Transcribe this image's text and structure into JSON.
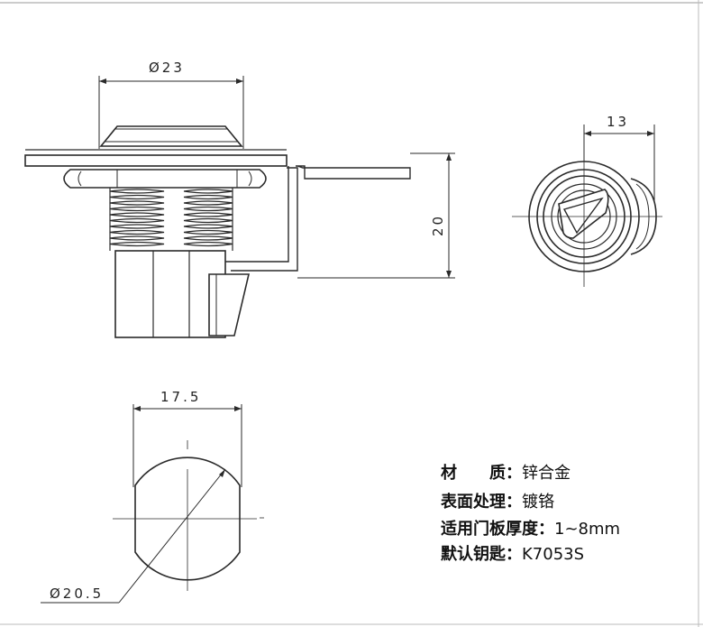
{
  "dimensions": {
    "head_diameter": "Ø23",
    "side_width": "13",
    "height": "20",
    "cam_width": "17.5",
    "cam_diameter": "Ø20.5"
  },
  "specs": [
    {
      "label_a": "材",
      "label_b": "质：",
      "value": "锌合金"
    },
    {
      "label": "表面处理：",
      "value": "镀铬"
    },
    {
      "label": "适用门板厚度：",
      "value": "1~8mm"
    },
    {
      "label": "默认钥匙：",
      "value": "K7053S"
    }
  ],
  "colors": {
    "line": "#2a2a2a",
    "background": "#ffffff"
  }
}
